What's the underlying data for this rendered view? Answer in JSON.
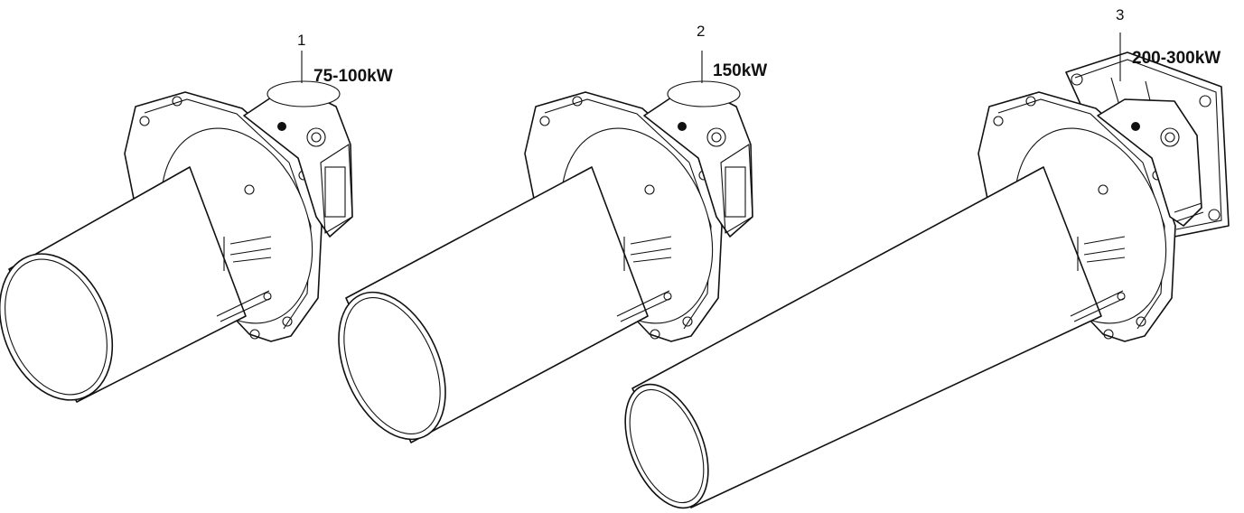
{
  "burners": [
    {
      "number": "1",
      "power": "75-100kW"
    },
    {
      "number": "2",
      "power": "150kW"
    },
    {
      "number": "3",
      "power": "200-300kW"
    }
  ]
}
